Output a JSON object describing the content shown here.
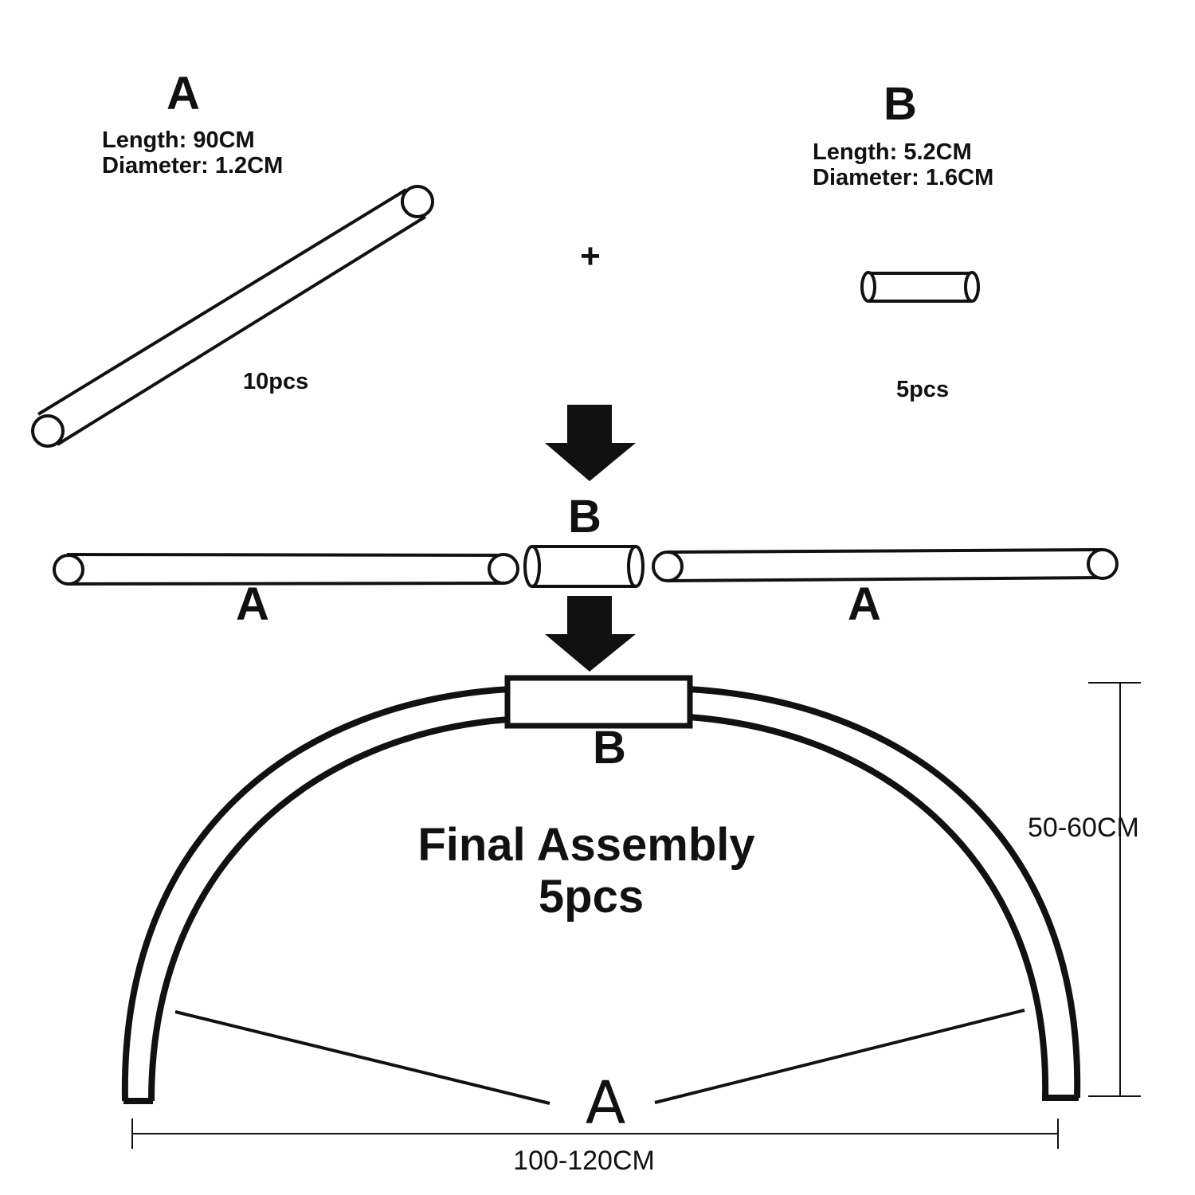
{
  "part_a": {
    "label": "A",
    "length": "Length: 90CM",
    "diameter": "Diameter: 1.2CM",
    "quantity": "10pcs"
  },
  "part_b": {
    "label": "B",
    "length": "Length: 5.2CM",
    "diameter": "Diameter: 1.6CM",
    "quantity": "5pcs"
  },
  "plus_sign": "+",
  "joined": {
    "connector_label": "B",
    "left_tube_label": "A",
    "right_tube_label": "A"
  },
  "final": {
    "connector_label": "B",
    "title": "Final Assembly",
    "quantity": "5pcs",
    "arc_label": "A",
    "height_label": "50-60CM",
    "width_label": "100-120CM"
  },
  "colors": {
    "ink": "#111111",
    "background": "#ffffff"
  }
}
